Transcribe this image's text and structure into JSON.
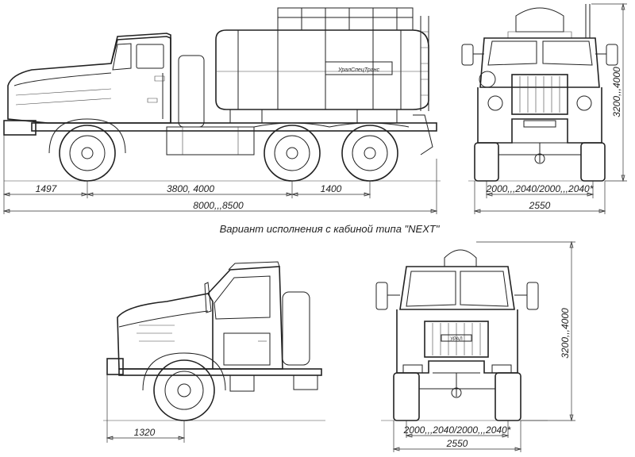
{
  "caption": "Вариант исполнения с кабиной типа \"NEXT\"",
  "top_side_view": {
    "dims": {
      "front_overhang": "1497",
      "wheelbase": "3800, 4000",
      "rear_axle_spacing": "1400",
      "overall_length": "8000,,,8500"
    },
    "tank_logo": "УралСпецТранс"
  },
  "top_front_view": {
    "dims": {
      "track": "2000,,,2040/2000,,,2040*",
      "width": "2550",
      "height": "3200,,,4000"
    }
  },
  "bottom_side_view": {
    "dims": {
      "front_overhang": "1320"
    }
  },
  "bottom_front_view": {
    "dims": {
      "track": "2000,,,2040/2000,,,2040*",
      "width": "2550",
      "height": "3200,,,4000"
    },
    "grille_badge": "УРАЛ"
  }
}
